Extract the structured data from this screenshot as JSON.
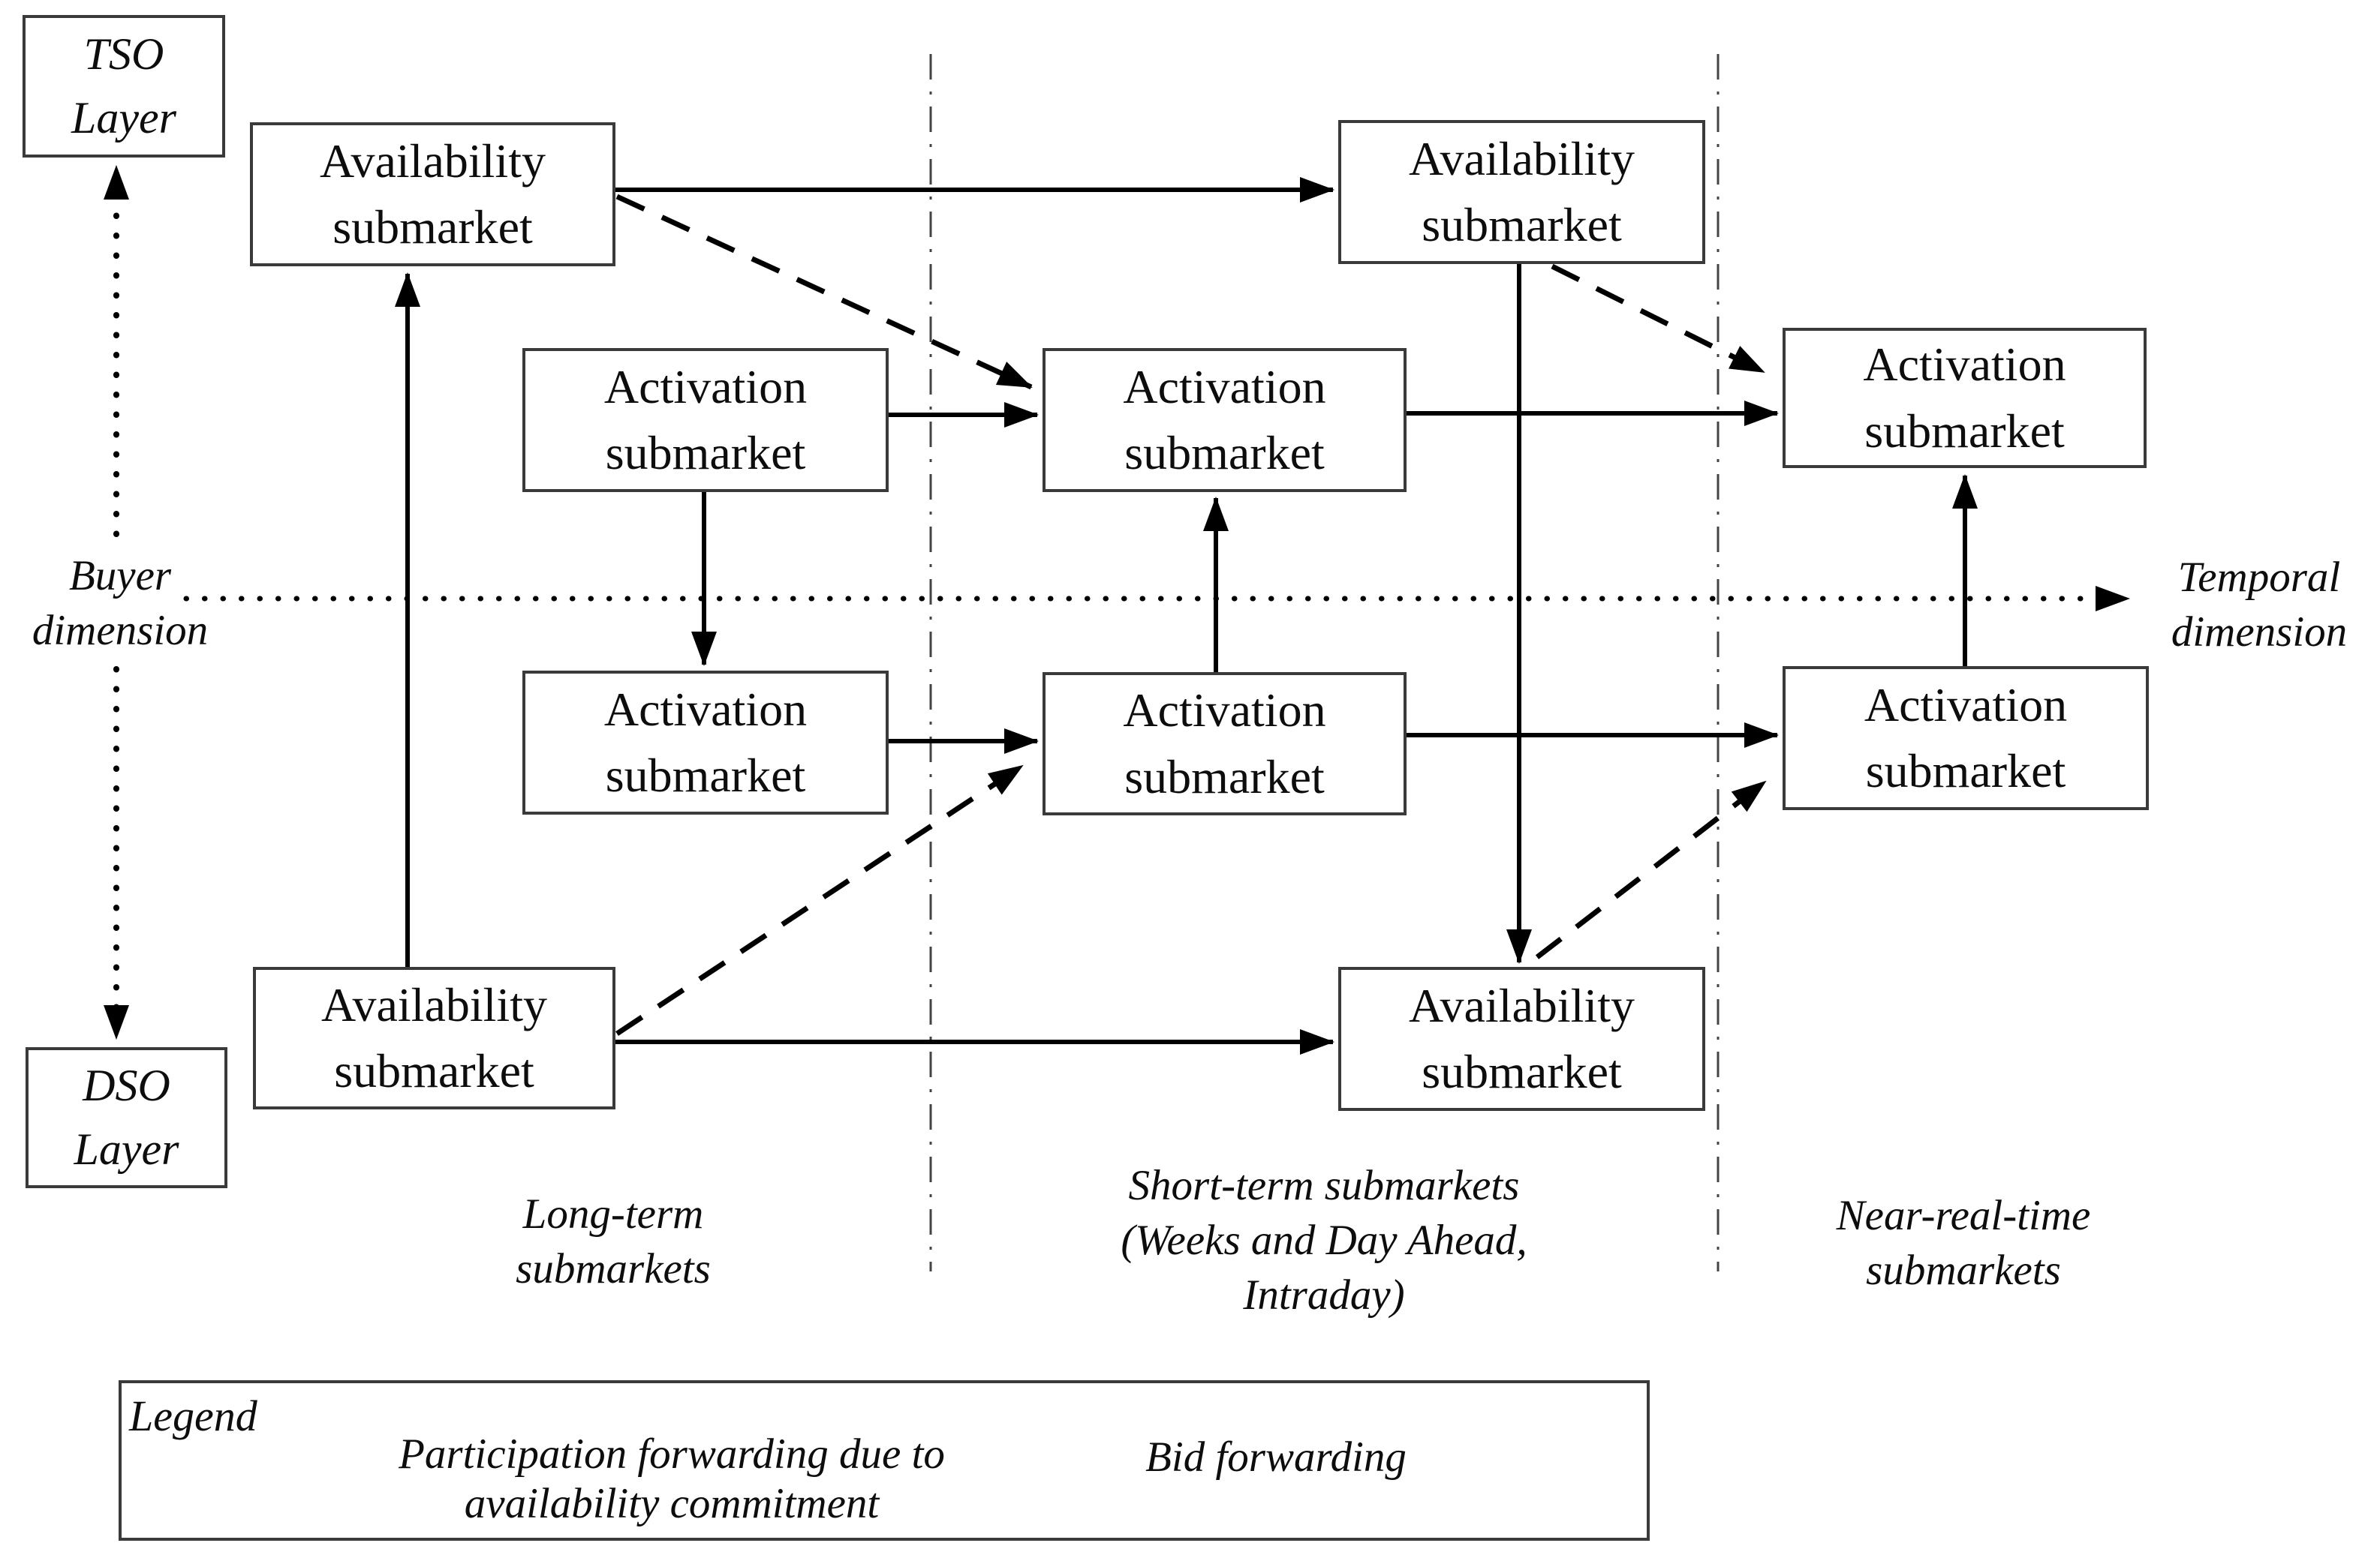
{
  "colors": {
    "background": "#ffffff",
    "line": "#000000",
    "box_border": "#3a3a3a",
    "separator": "#444444",
    "text": "#0d0d0d"
  },
  "layers": {
    "tso": [
      "TSO",
      "Layer"
    ],
    "dso": [
      "DSO",
      "Layer"
    ]
  },
  "axes": {
    "buyer": [
      "Buyer",
      "dimension"
    ],
    "temporal": [
      "Temporal",
      "dimension"
    ]
  },
  "box_labels": {
    "availability": [
      "Availability",
      "submarket"
    ],
    "activation": [
      "Activation",
      "submarket"
    ]
  },
  "zones": [
    {
      "id": "long-term",
      "lines": [
        "Long-term",
        "submarkets"
      ]
    },
    {
      "id": "short-term",
      "lines": [
        "Short-term submarkets",
        "(Weeks and Day Ahead,",
        "Intraday)"
      ]
    },
    {
      "id": "near-real-time",
      "lines": [
        "Near-real-time",
        "submarkets"
      ]
    }
  ],
  "legend": {
    "title": "Legend",
    "dashed_label_lines": [
      "Participation forwarding due to",
      "availability commitment"
    ],
    "solid_label": "Bid forwarding"
  },
  "edges": [
    {
      "from": "availability-longterm-tso",
      "to": "availability-shortterm-tso",
      "kind": "bid-forwarding"
    },
    {
      "from": "availability-longterm-dso",
      "to": "availability-shortterm-dso",
      "kind": "bid-forwarding"
    },
    {
      "from": "availability-longterm-dso",
      "to": "availability-longterm-tso",
      "kind": "bid-forwarding"
    },
    {
      "from": "availability-shortterm-tso",
      "to": "availability-shortterm-dso",
      "kind": "bid-forwarding"
    },
    {
      "from": "activation-longterm-tso",
      "to": "activation-shortterm-tso",
      "kind": "bid-forwarding"
    },
    {
      "from": "activation-shortterm-tso",
      "to": "activation-nearrealtime-tso",
      "kind": "bid-forwarding"
    },
    {
      "from": "activation-longterm-dso",
      "to": "activation-shortterm-dso",
      "kind": "bid-forwarding"
    },
    {
      "from": "activation-shortterm-dso",
      "to": "activation-nearrealtime-dso",
      "kind": "bid-forwarding"
    },
    {
      "from": "activation-longterm-tso",
      "to": "activation-longterm-dso",
      "kind": "bid-forwarding"
    },
    {
      "from": "activation-shortterm-dso",
      "to": "activation-shortterm-tso",
      "kind": "bid-forwarding"
    },
    {
      "from": "activation-nearrealtime-dso",
      "to": "activation-nearrealtime-tso",
      "kind": "bid-forwarding"
    },
    {
      "from": "availability-longterm-tso",
      "to": "activation-shortterm-tso",
      "kind": "participation-forwarding"
    },
    {
      "from": "availability-shortterm-tso",
      "to": "activation-nearrealtime-tso",
      "kind": "participation-forwarding"
    },
    {
      "from": "availability-longterm-dso",
      "to": "activation-shortterm-dso",
      "kind": "participation-forwarding"
    },
    {
      "from": "availability-shortterm-dso",
      "to": "activation-nearrealtime-dso",
      "kind": "participation-forwarding"
    }
  ]
}
